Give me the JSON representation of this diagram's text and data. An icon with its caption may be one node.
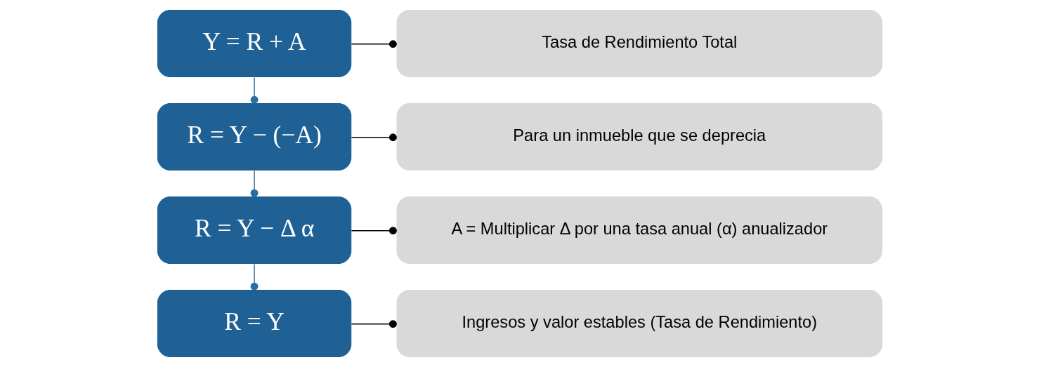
{
  "diagram": {
    "nodes": [
      {
        "text": [
          "Y = R + A"
        ]
      },
      {
        "text": [
          "Tasa de Rendimiento Total"
        ]
      },
      {
        "text": [
          "R = Y − (−A)"
        ]
      },
      {
        "text": [
          "Para un inmueble que se deprecia"
        ]
      },
      {
        "text": [
          "R = Y − Δ α"
        ]
      },
      {
        "text": [
          "A = Multiplicar Δ por una tasa anual (α) anualizador"
        ]
      },
      {
        "text": [
          "R = Y"
        ]
      },
      {
        "text": [
          "Ingresos y valor estables (Tasa de Rendimiento)"
        ]
      }
    ],
    "edges": [
      {
        "from": 0,
        "to": 1,
        "arrow": "other"
      },
      {
        "from": 0,
        "to": 2,
        "arrow": "other",
        "color": "#2e6e9e"
      },
      {
        "from": 2,
        "to": 3,
        "arrow": "other"
      },
      {
        "from": 2,
        "to": 4,
        "arrow": "other",
        "color": "#2e6e9e"
      },
      {
        "from": 4,
        "to": 5,
        "arrow": "other"
      },
      {
        "from": 4,
        "to": 6,
        "arrow": "other",
        "color": "#2e6e9e"
      },
      {
        "from": 6,
        "to": 7,
        "arrow": "other"
      }
    ]
  }
}
